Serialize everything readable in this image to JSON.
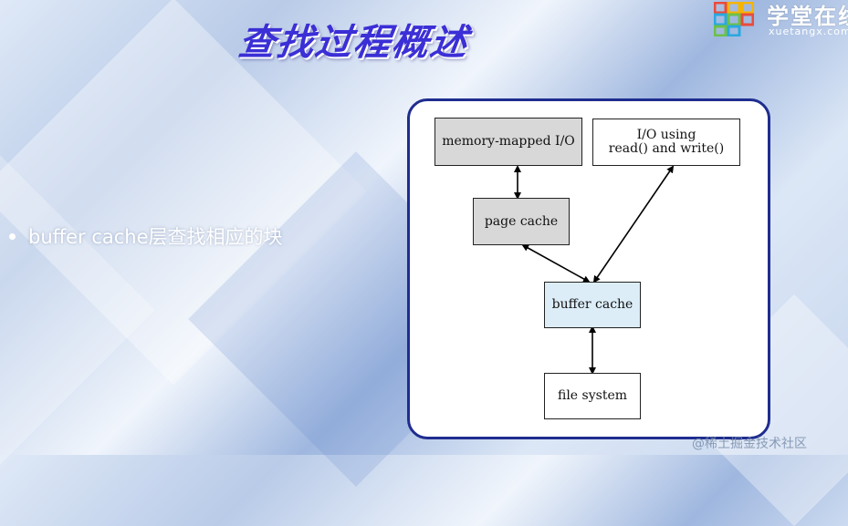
{
  "slide": {
    "title": "查找过程概述",
    "bullet_text": "buffer cache层查找相应的块"
  },
  "logo": {
    "text": "学堂在线",
    "subtext": "xuetangx.com"
  },
  "diagram": {
    "nodes": {
      "memory_mapped_io": "memory-mapped I/O",
      "io_rw_line1": "I/O using",
      "io_rw_line2": "read() and write()",
      "page_cache": "page cache",
      "buffer_cache": "buffer cache",
      "file_system": "file system"
    }
  },
  "watermark": "@稀土掘金技术社区",
  "colors": {
    "title": "#3b2fd6",
    "panel_border": "#1f2d8f",
    "gray_box": "#d8d8d8",
    "blue_box": "#dcedf8"
  }
}
